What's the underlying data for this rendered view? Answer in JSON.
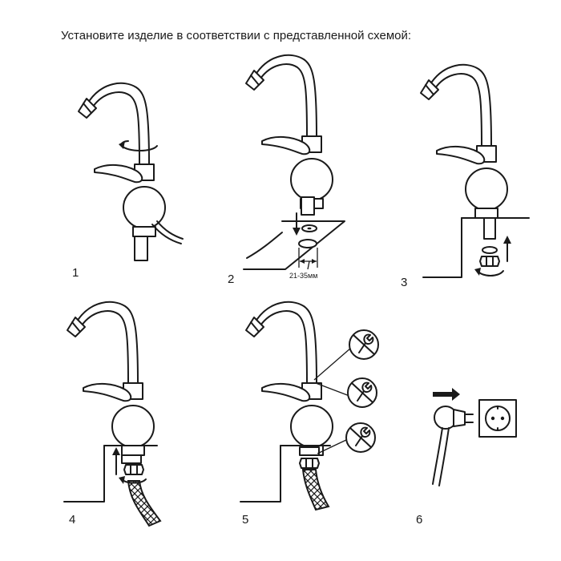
{
  "instruction": "Установите изделие в соответствии с представленной схемой:",
  "steps": [
    {
      "number": "1"
    },
    {
      "number": "2",
      "dimension": "21-35мм"
    },
    {
      "number": "3"
    },
    {
      "number": "4"
    },
    {
      "number": "5"
    },
    {
      "number": "6"
    }
  ],
  "colors": {
    "line": "#1a1a1a",
    "background": "#ffffff"
  },
  "icons": [
    "faucet-icon",
    "rotation-arrow-icon",
    "nut-icon",
    "hose-icon",
    "prohibited-wrench-icon",
    "plug-icon",
    "socket-icon",
    "arrow-icon"
  ]
}
